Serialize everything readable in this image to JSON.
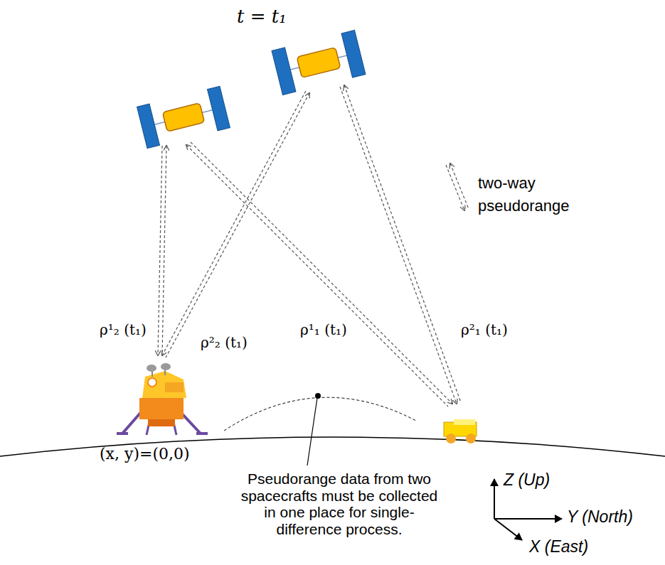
{
  "diagram": {
    "title": "t = t₁",
    "labels": [
      "ρ¹₂ (t₁)",
      "ρ²₂ (t₁)",
      "ρ¹₁ (t₁)",
      "ρ²₁ (t₁)",
      "(x, y)=(0,0)",
      "Pseudorange data from two spacecrafts must be collected in one place for single-difference process.",
      "Z (Up)",
      "Y (North)",
      "X (East)"
    ],
    "legend": [
      {
        "text": "two-way pseudorange"
      }
    ]
  }
}
